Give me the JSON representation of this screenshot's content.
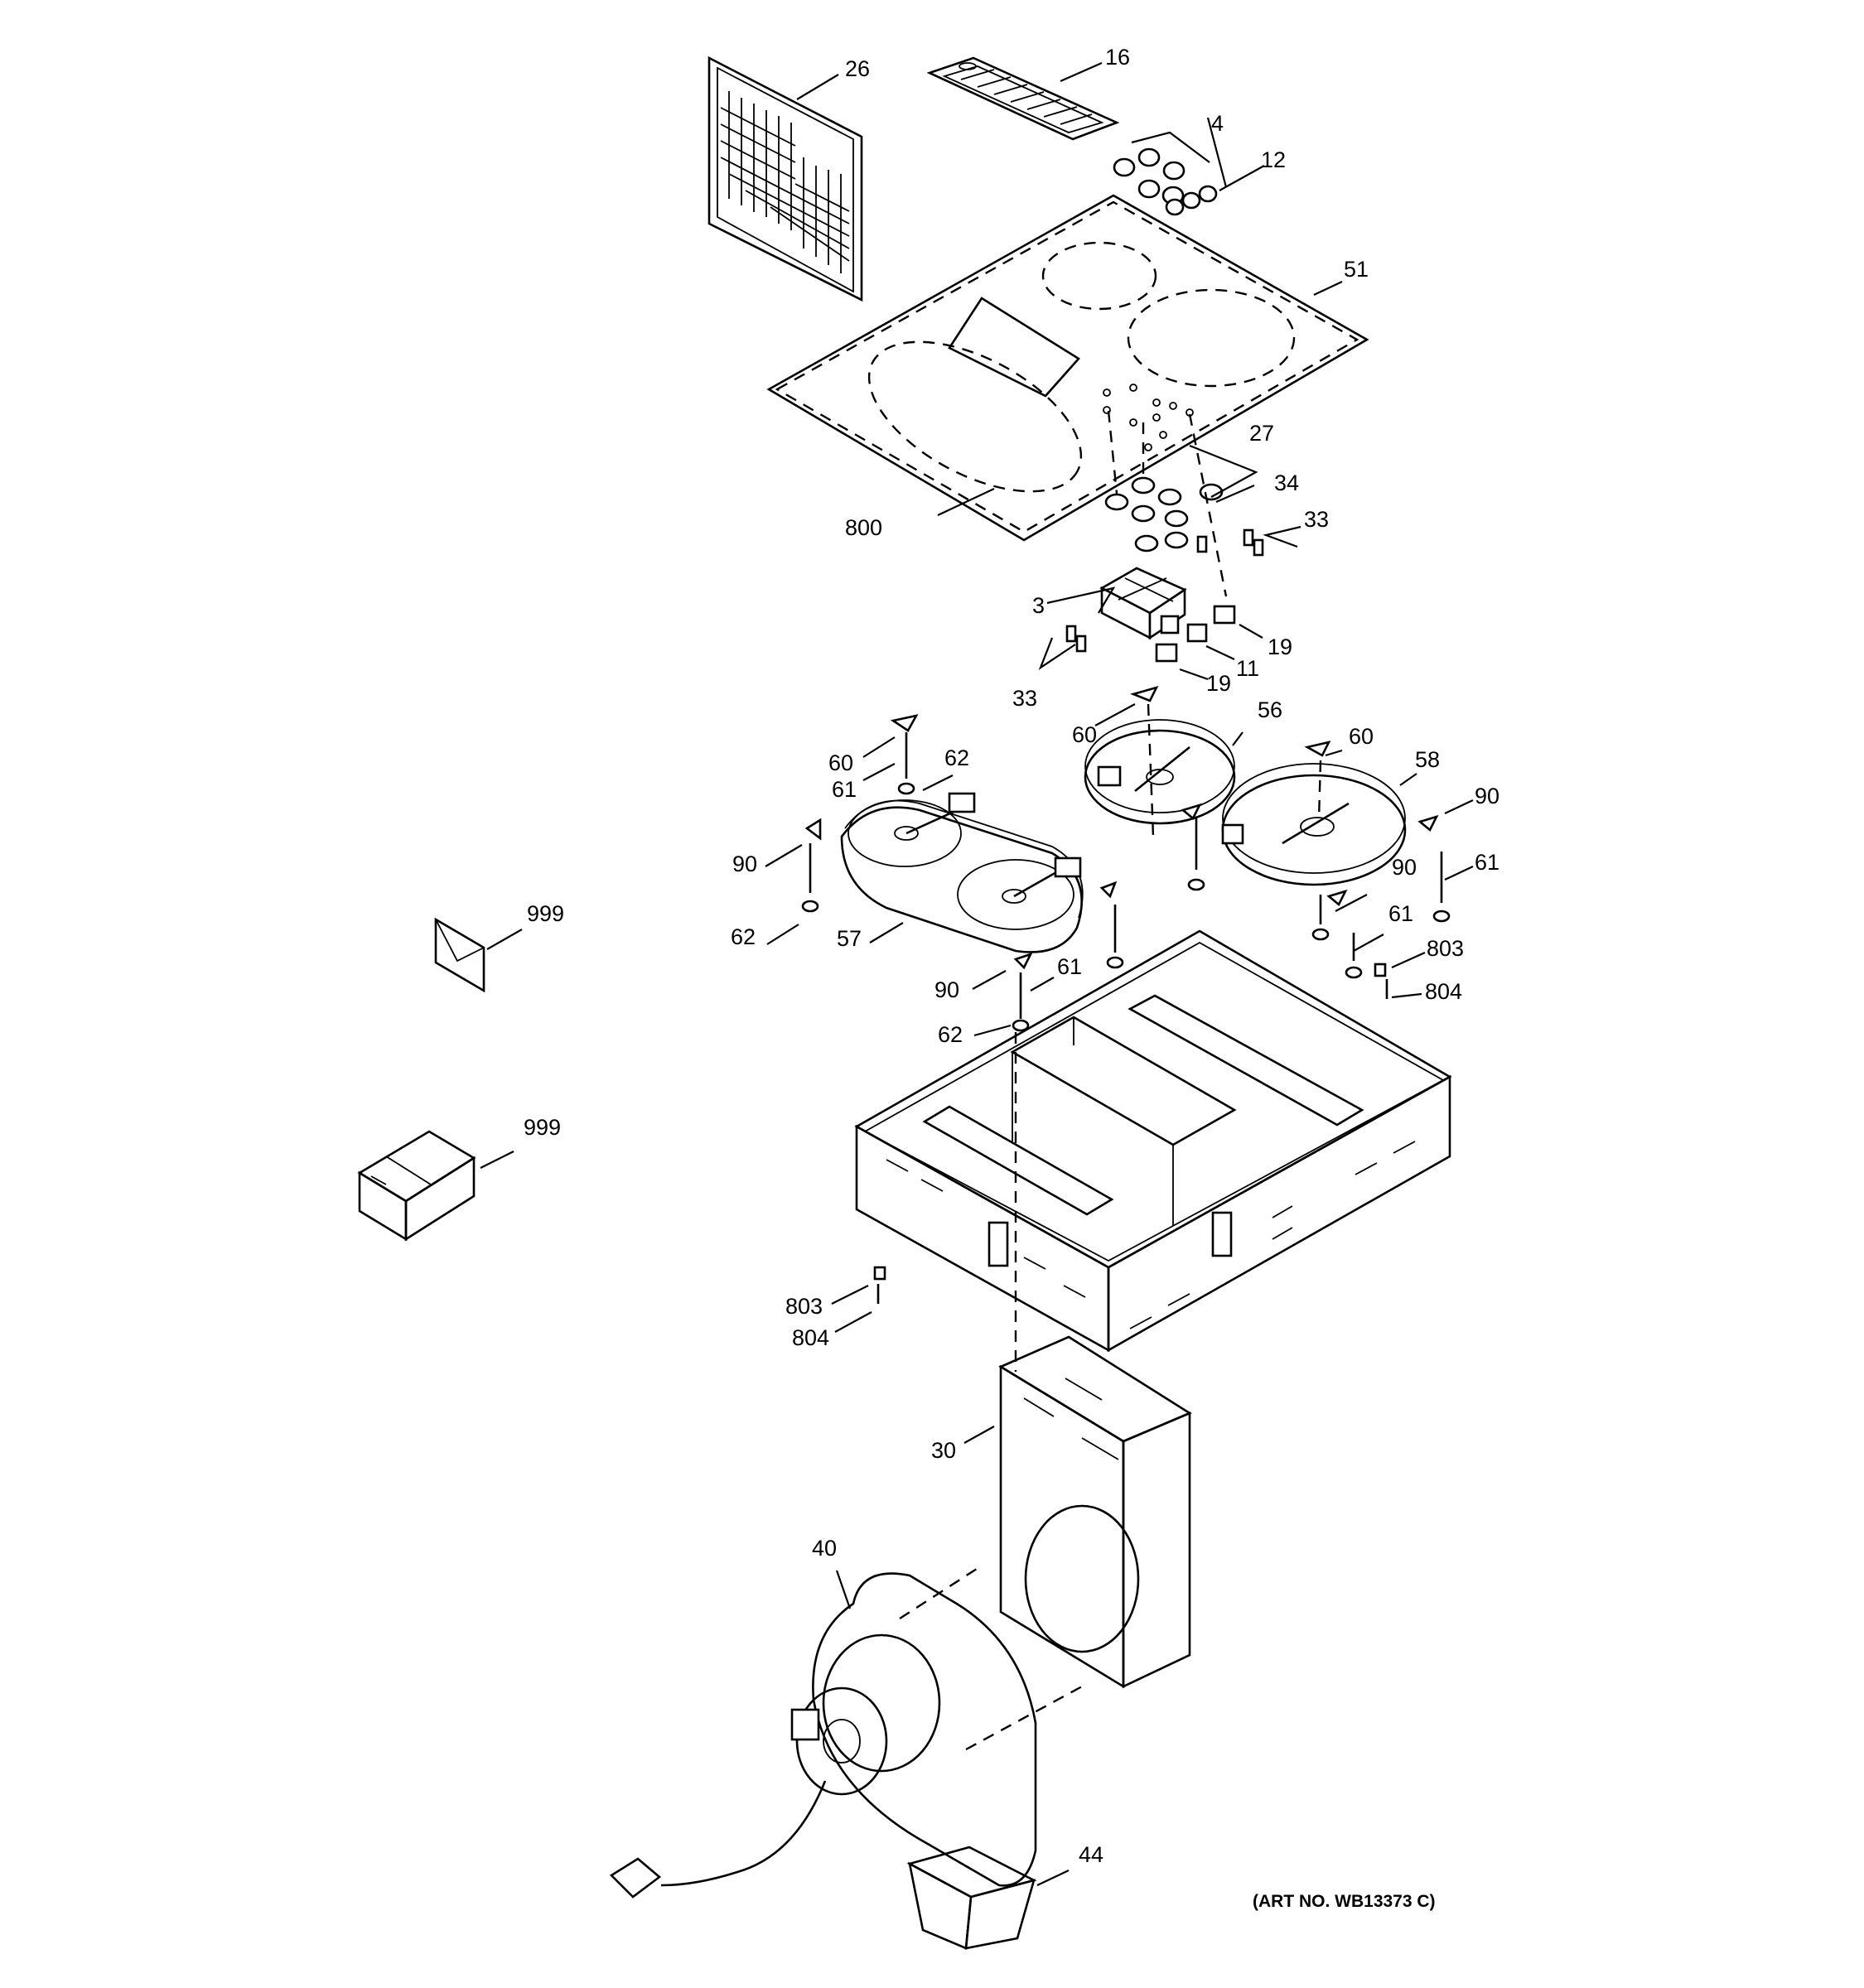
{
  "art_number": "(ART NO. WB13373 C)",
  "callouts": [
    {
      "id": "c26",
      "text": "26"
    },
    {
      "id": "c16",
      "text": "16"
    },
    {
      "id": "c4",
      "text": "4"
    },
    {
      "id": "c12",
      "text": "12"
    },
    {
      "id": "c51",
      "text": "51"
    },
    {
      "id": "c27",
      "text": "27"
    },
    {
      "id": "c34",
      "text": "34"
    },
    {
      "id": "c800",
      "text": "800"
    },
    {
      "id": "c33a",
      "text": "33"
    },
    {
      "id": "c3",
      "text": "3"
    },
    {
      "id": "c19a",
      "text": "19"
    },
    {
      "id": "c11",
      "text": "11"
    },
    {
      "id": "c19b",
      "text": "19"
    },
    {
      "id": "c33b",
      "text": "33"
    },
    {
      "id": "c60a",
      "text": "60"
    },
    {
      "id": "c56",
      "text": "56"
    },
    {
      "id": "c60b",
      "text": "60"
    },
    {
      "id": "c58",
      "text": "58"
    },
    {
      "id": "c60c",
      "text": "60"
    },
    {
      "id": "c62a",
      "text": "62"
    },
    {
      "id": "c61a",
      "text": "61"
    },
    {
      "id": "c90a",
      "text": "90"
    },
    {
      "id": "c90b",
      "text": "90"
    },
    {
      "id": "c61b",
      "text": "61"
    },
    {
      "id": "c90c",
      "text": "90"
    },
    {
      "id": "c61c",
      "text": "61"
    },
    {
      "id": "c999a",
      "text": "999"
    },
    {
      "id": "c62b",
      "text": "62"
    },
    {
      "id": "c57",
      "text": "57"
    },
    {
      "id": "c803a",
      "text": "803"
    },
    {
      "id": "c90d",
      "text": "90"
    },
    {
      "id": "c61d",
      "text": "61"
    },
    {
      "id": "c804a",
      "text": "804"
    },
    {
      "id": "c62c",
      "text": "62"
    },
    {
      "id": "c999b",
      "text": "999"
    },
    {
      "id": "c803b",
      "text": "803"
    },
    {
      "id": "c804b",
      "text": "804"
    },
    {
      "id": "c30",
      "text": "30"
    },
    {
      "id": "c40",
      "text": "40"
    },
    {
      "id": "c44",
      "text": "44"
    }
  ]
}
